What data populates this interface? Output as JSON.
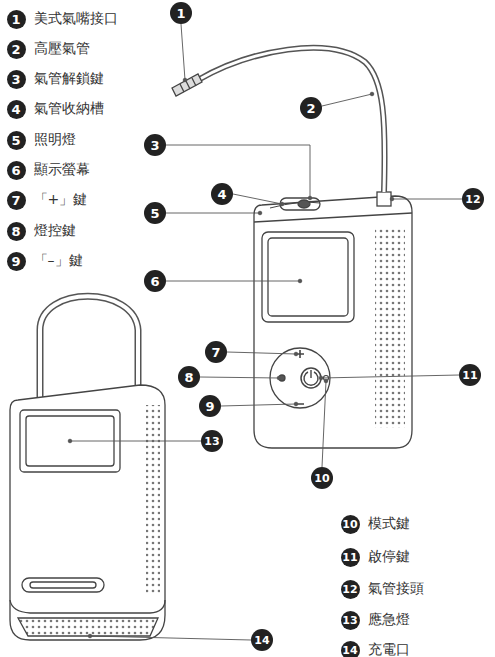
{
  "diagram": {
    "nodes": [
      {
        "text": [
          "1",
          "美式氣嘴接口"
        ]
      },
      {
        "text": [
          "2",
          "高壓氣管"
        ]
      },
      {
        "text": [
          "3",
          "氣管解鎖鍵"
        ]
      },
      {
        "text": [
          "4",
          "氣管收納槽"
        ]
      },
      {
        "text": [
          "5",
          "照明燈"
        ]
      },
      {
        "text": [
          "6",
          "顯示螢幕"
        ]
      },
      {
        "text": [
          "7",
          "「+」鍵"
        ]
      },
      {
        "text": [
          "8",
          "燈控鍵"
        ]
      },
      {
        "text": [
          "9",
          "「–」鍵"
        ]
      },
      {
        "text": [
          "1"
        ]
      },
      {
        "text": [
          "2"
        ]
      },
      {
        "text": [
          "3"
        ]
      },
      {
        "text": [
          "12"
        ]
      },
      {
        "text": [
          "4"
        ]
      },
      {
        "text": [
          "5"
        ]
      },
      {
        "text": [
          "6"
        ]
      },
      {
        "text": [
          "7"
        ]
      },
      {
        "text": [
          "11"
        ]
      },
      {
        "text": [
          "8"
        ]
      },
      {
        "text": [
          "9"
        ]
      },
      {
        "text": [
          "13"
        ]
      },
      {
        "text": [
          "10"
        ]
      },
      {
        "text": [
          "10",
          "模式鍵"
        ]
      },
      {
        "text": [
          "11",
          "啟停鍵"
        ]
      },
      {
        "text": [
          "12",
          "氣管接頭"
        ]
      },
      {
        "text": [
          "13",
          "應急燈"
        ]
      },
      {
        "text": [
          "14",
          "充電口"
        ]
      },
      {
        "text": [
          "14"
        ]
      }
    ]
  }
}
